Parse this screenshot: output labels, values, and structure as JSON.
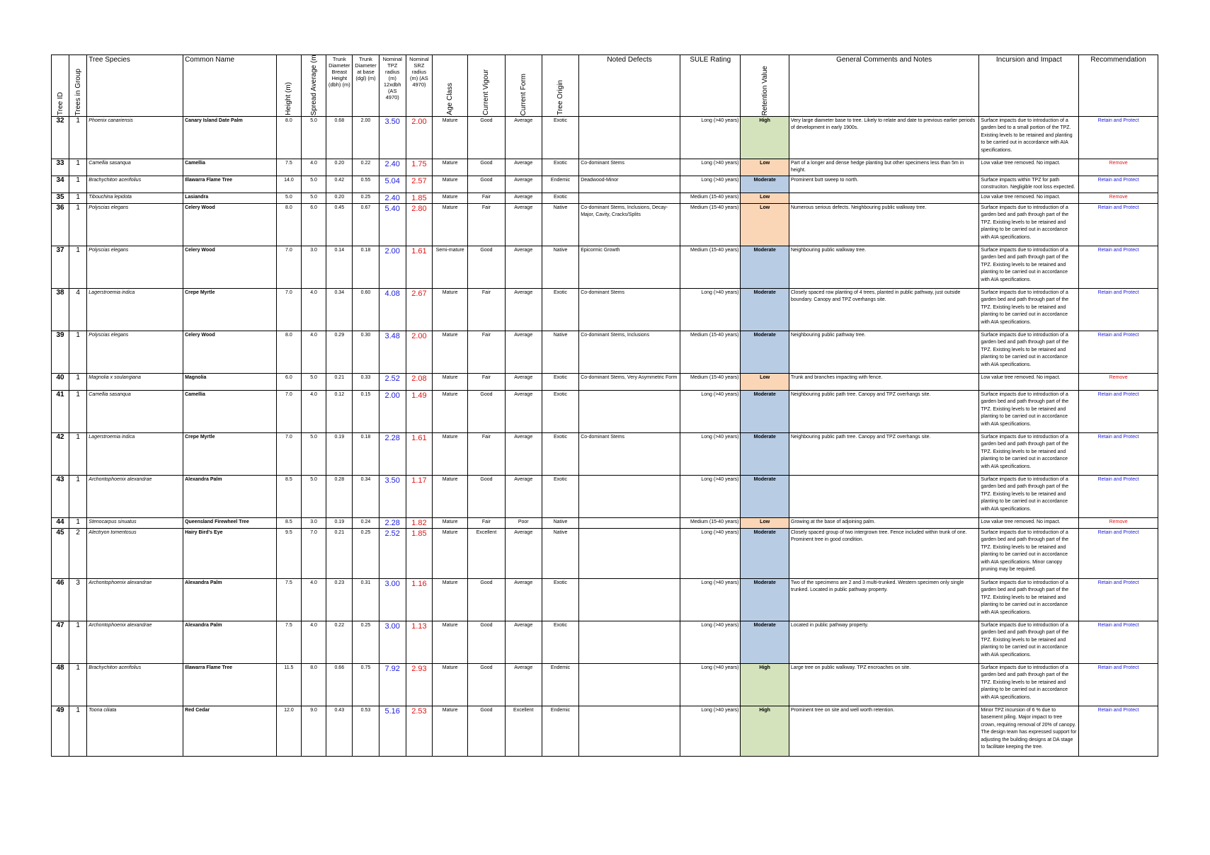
{
  "headers": [
    {
      "key": "tree_id",
      "label": "Tree ID",
      "vertical": true,
      "small": false
    },
    {
      "key": "trees_in_group",
      "label": "Trees in Group",
      "vertical": true,
      "small": false
    },
    {
      "key": "species",
      "label": "Tree Species",
      "vertical": false,
      "small": false
    },
    {
      "key": "common",
      "label": "Common Name",
      "vertical": false,
      "small": false
    },
    {
      "key": "height",
      "label": "Height (m)",
      "vertical": true,
      "small": false
    },
    {
      "key": "spread",
      "label": "Spread Average (m)",
      "vertical": true,
      "small": false
    },
    {
      "key": "dbh",
      "label": "Trunk Diameter Breast Height (dbh) (m)",
      "vertical": false,
      "small": true
    },
    {
      "key": "dgl",
      "label": "Trunk Diameter at base (dgl) (m)",
      "vertical": false,
      "small": true
    },
    {
      "key": "tpz",
      "label": "Nominal TPZ radius (m) 12xdbh (AS 4970)",
      "vertical": false,
      "small": true
    },
    {
      "key": "srz",
      "label": "Nominal SRZ radius (m) (AS 4970)",
      "vertical": false,
      "small": true
    },
    {
      "key": "age",
      "label": "Age Class",
      "vertical": true,
      "small": false
    },
    {
      "key": "vigour",
      "label": "Current Vigour",
      "vertical": true,
      "small": false
    },
    {
      "key": "form",
      "label": "Current Form",
      "vertical": true,
      "small": false
    },
    {
      "key": "origin",
      "label": "Tree Origin",
      "vertical": true,
      "small": false
    },
    {
      "key": "defects",
      "label": "Noted Defects",
      "vertical": false,
      "small": false
    },
    {
      "key": "sule",
      "label": "SULE Rating",
      "vertical": false,
      "small": false
    },
    {
      "key": "retention",
      "label": "Retention Value",
      "vertical": true,
      "small": false
    },
    {
      "key": "comments",
      "label": "General Comments and Notes",
      "vertical": false,
      "small": false
    },
    {
      "key": "incursion",
      "label": "Incursion and Impact",
      "vertical": false,
      "small": false
    },
    {
      "key": "recommendation",
      "label": "Recommendation",
      "vertical": false,
      "small": false
    }
  ],
  "rows": [
    {
      "id": "32",
      "group": "1",
      "species": "Phoenix canariensis",
      "common": "Canary Island Date Palm",
      "height": "8.0",
      "spread": "5.0",
      "dbh": "0.68",
      "dgl": "2.00",
      "tpz": "3.50",
      "srz": "2.00",
      "age": "Mature",
      "vigour": "Good",
      "form": "Average",
      "origin": "Exotic",
      "defects": "",
      "sule": "Long (>40 years)",
      "retention": "High",
      "comments": "Very large diameter base to tree. Likely to relate and date to previous earlier periods of development in early 1900s.",
      "incursion": "Surface impacts due to introduction of a garden bed to a small portion of the TPZ. Existing levels to be retained and planting to be carried out in accordance with AIA specifications.",
      "recommendation": "Retain and Protect",
      "level": "high",
      "rec_type": "retain",
      "h": 60
    },
    {
      "id": "33",
      "group": "1",
      "species": "Camellia sasanqua",
      "common": "Camellia",
      "height": "7.5",
      "spread": "4.0",
      "dbh": "0.20",
      "dgl": "0.22",
      "tpz": "2.40",
      "srz": "1.75",
      "age": "Mature",
      "vigour": "Good",
      "form": "Average",
      "origin": "Exotic",
      "defects": "Co-dominant Stems",
      "sule": "Long (>40 years)",
      "retention": "Low",
      "comments": "Part of a longer and dense hedge planting but other specimens less than 5m in height.",
      "incursion": "Low value tree removed. No impact.",
      "recommendation": "Remove",
      "level": "low",
      "rec_type": "remove",
      "h": 24
    },
    {
      "id": "34",
      "group": "1",
      "species": "Brachychiton acerifolius",
      "common": "Illawarra Flame Tree",
      "height": "14.0",
      "spread": "5.0",
      "dbh": "0.42",
      "dgl": "0.55",
      "tpz": "5.04",
      "srz": "2.57",
      "age": "Mature",
      "vigour": "Good",
      "form": "Average",
      "origin": "Endemic",
      "defects": "Deadwood-Minor",
      "sule": "Long (>40 years)",
      "retention": "Moderate",
      "comments": "Prominent butt sweep to north.",
      "incursion": "Surface impacts within TPZ for path construciton. Negligible root loss expected.",
      "recommendation": "Retain and Protect",
      "level": "moderate",
      "rec_type": "retain",
      "h": 24
    },
    {
      "id": "35",
      "group": "1",
      "species": "Tibouchina lepidota",
      "common": "Lasiandra",
      "height": "5.0",
      "spread": "5.0",
      "dbh": "0.20",
      "dgl": "0.25",
      "tpz": "2.40",
      "srz": "1.85",
      "age": "Mature",
      "vigour": "Fair",
      "form": "Average",
      "origin": "Exotic",
      "defects": "",
      "sule": "Medium (15-40 years)",
      "retention": "Low",
      "comments": "",
      "incursion": "Low value tree removed. No impact.",
      "recommendation": "Remove",
      "level": "low",
      "rec_type": "remove",
      "h": 12
    },
    {
      "id": "36",
      "group": "1",
      "species": "Polyscias elegans",
      "common": "Celery Wood",
      "height": "8.0",
      "spread": "6.0",
      "dbh": "0.45",
      "dgl": "0.67",
      "tpz": "5.40",
      "srz": "2.80",
      "age": "Mature",
      "vigour": "Fair",
      "form": "Average",
      "origin": "Native",
      "defects": "Co-dominant Stems, Inclusions, Decay-Major, Cavity, Cracks/Splits",
      "sule": "Medium (15-40 years)",
      "retention": "Low",
      "comments": "Numerous serious defects. Neighbouring public walkway tree.",
      "incursion": "Surface impacts due to introduction of a garden bed and path through part of the TPZ. Existing levels to be retained and planting to be carried out in accordance with AIA specifications.",
      "recommendation": "Retain and Protect",
      "level": "low",
      "rec_type": "retain",
      "h": 60
    },
    {
      "id": "37",
      "group": "1",
      "species": "Polyscias elegans",
      "common": "Celery Wood",
      "height": "7.0",
      "spread": "3.0",
      "dbh": "0.14",
      "dgl": "0.18",
      "tpz": "2.00",
      "srz": "1.61",
      "age": "Semi-mature",
      "vigour": "Good",
      "form": "Average",
      "origin": "Native",
      "defects": "Epicormic Growth",
      "sule": "Medium (15-40 years)",
      "retention": "Moderate",
      "comments": "Neighbouring public walkway tree.",
      "incursion": "Surface impacts due to introduction of a garden bed and path through part of the TPZ. Existing levels to be retained and planting to be carried out in accordance with AIA specifications.",
      "recommendation": "Retain and Protect",
      "level": "moderate",
      "rec_type": "retain",
      "h": 60
    },
    {
      "id": "38",
      "group": "4",
      "species": "Lagerstroemia indica",
      "common": "Crepe Myrtle",
      "height": "7.0",
      "spread": "4.0",
      "dbh": "0.34",
      "dgl": "0.60",
      "tpz": "4.08",
      "srz": "2.67",
      "age": "Mature",
      "vigour": "Fair",
      "form": "Average",
      "origin": "Exotic",
      "defects": "Co-dominant Stems",
      "sule": "Long (>40 years)",
      "retention": "Moderate",
      "comments": "Closely spaced row planting of 4 trees, planted in public pathway, just outside boundary. Canopy and TPZ overhangs site.",
      "incursion": "Surface impacts due to introduction of a garden bed and path through part of the TPZ. Existing levels to be retained and planting to be carried out in accordance with AIA specifications.",
      "recommendation": "Retain and Protect",
      "level": "moderate",
      "rec_type": "retain",
      "h": 60
    },
    {
      "id": "39",
      "group": "1",
      "species": "Polyscias elegans",
      "common": "Celery Wood",
      "height": "8.0",
      "spread": "4.0",
      "dbh": "0.29",
      "dgl": "0.30",
      "tpz": "3.48",
      "srz": "2.00",
      "age": "Mature",
      "vigour": "Fair",
      "form": "Average",
      "origin": "Native",
      "defects": "Co-dominant Stems, Inclusions",
      "sule": "Medium (15-40 years)",
      "retention": "Moderate",
      "comments": "Neighbouring public pathway tree.",
      "incursion": "Surface impacts due to introduction of a garden bed and path through part of the TPZ. Existing levels to be retained and planting to be carried out in accordance with AIA specifications.",
      "recommendation": "Retain and Protect",
      "level": "moderate",
      "rec_type": "retain",
      "h": 60
    },
    {
      "id": "40",
      "group": "1",
      "species": "Magnolia x soulangiana",
      "common": "Magnolia",
      "height": "6.0",
      "spread": "5.0",
      "dbh": "0.21",
      "dgl": "0.33",
      "tpz": "2.52",
      "srz": "2.08",
      "age": "Mature",
      "vigour": "Fair",
      "form": "Average",
      "origin": "Exotic",
      "defects": "Co-dominant Stems, Very Asymmetric Form",
      "sule": "Medium (15-40 years)",
      "retention": "Low",
      "comments": "Trunk and branches impacting with fence.",
      "incursion": "Low value tree removed. No impact.",
      "recommendation": "Remove",
      "level": "low",
      "rec_type": "remove",
      "h": 24
    },
    {
      "id": "41",
      "group": "1",
      "species": "Camellia sasanqua",
      "common": "Camellia",
      "height": "7.0",
      "spread": "4.0",
      "dbh": "0.12",
      "dgl": "0.15",
      "tpz": "2.00",
      "srz": "1.49",
      "age": "Mature",
      "vigour": "Good",
      "form": "Average",
      "origin": "Exotic",
      "defects": "",
      "sule": "Long (>40 years)",
      "retention": "Moderate",
      "comments": "Neighbouring public path tree. Canopy and TPZ overhangs site.",
      "incursion": "Surface impacts due to introduction of a garden bed and path through part of the TPZ. Existing levels to be retained and planting to be carried out in accordance with AIA specifications.",
      "recommendation": "Retain and Protect",
      "level": "moderate",
      "rec_type": "retain",
      "h": 60
    },
    {
      "id": "42",
      "group": "1",
      "species": "Lagerstroemia indica",
      "common": "Crepe Myrtle",
      "height": "7.0",
      "spread": "5.0",
      "dbh": "0.19",
      "dgl": "0.18",
      "tpz": "2.28",
      "srz": "1.61",
      "age": "Mature",
      "vigour": "Fair",
      "form": "Average",
      "origin": "Exotic",
      "defects": "Co-dominant Stems",
      "sule": "Long (>40 years)",
      "retention": "Moderate",
      "comments": "Neighbouring public path tree. Canopy and TPZ overhangs site.",
      "incursion": "Surface impacts due to introduction of a garden bed and path through part of the TPZ. Existing levels to be retained and planting to be carried out in accordance with AIA specifications.",
      "recommendation": "Retain and Protect",
      "level": "moderate",
      "rec_type": "retain",
      "h": 60
    },
    {
      "id": "43",
      "group": "1",
      "species": "Archontophoenix alexandrae",
      "common": "Alexandra Palm",
      "height": "8.5",
      "spread": "5.0",
      "dbh": "0.28",
      "dgl": "0.34",
      "tpz": "3.50",
      "srz": "1.17",
      "age": "Mature",
      "vigour": "Good",
      "form": "Average",
      "origin": "Exotic",
      "defects": "",
      "sule": "Long (>40 years)",
      "retention": "Moderate",
      "comments": "",
      "incursion": "Surface impacts due to introduction of a garden bed and path through part of the TPZ. Existing levels to be retained and planting to be carried out in accordance with AIA specifications.",
      "recommendation": "Retain and Protect",
      "level": "moderate",
      "rec_type": "retain",
      "h": 60
    },
    {
      "id": "44",
      "group": "1",
      "species": "Stenocarpus sinuatus",
      "common": "Queensland Firewheel Tree",
      "height": "8.5",
      "spread": "3.0",
      "dbh": "0.19",
      "dgl": "0.24",
      "tpz": "2.28",
      "srz": "1.82",
      "age": "Mature",
      "vigour": "Fair",
      "form": "Poor",
      "origin": "Native",
      "defects": "",
      "sule": "Medium (15-40 years)",
      "retention": "Low",
      "comments": "Growing at the base of adjoining palm.",
      "incursion": "Low value tree removed.  No impact.",
      "recommendation": "Remove",
      "level": "low",
      "rec_type": "remove",
      "h": 12
    },
    {
      "id": "45",
      "group": "2",
      "species": "Alectryon tomentosus",
      "common": "Hairy Bird's Eye",
      "height": "9.5",
      "spread": "7.0",
      "dbh": "0.21",
      "dgl": "0.25",
      "tpz": "2.52",
      "srz": "1.85",
      "age": "Mature",
      "vigour": "Excellent",
      "form": "Average",
      "origin": "Native",
      "defects": "",
      "sule": "Long (>40 years)",
      "retention": "Moderate",
      "comments": "Closely spaced group of two intergrown tree. Fence included within trunk of one. Prominent tree in good condition.",
      "incursion": "Surface impacts due to introduction of a garden bed and path through part of the TPZ. Existing levels to be retained and planting to be carried out in accordance with AIA specifications. Minor canopy pruning may be required.",
      "recommendation": "Retain and Protect",
      "level": "moderate",
      "rec_type": "retain",
      "h": 71
    },
    {
      "id": "46",
      "group": "3",
      "species": "Archontophoenix alexandrae",
      "common": "Alexandra Palm",
      "height": "7.5",
      "spread": "4.0",
      "dbh": "0.23",
      "dgl": "0.31",
      "tpz": "3.00",
      "srz": "1.16",
      "age": "Mature",
      "vigour": "Good",
      "form": "Average",
      "origin": "Exotic",
      "defects": "",
      "sule": "Long (>40 years)",
      "retention": "Moderate",
      "comments": "Two of the specimens are 2 and 3 multi-trunked. Western specimen only single trunked. Located in public pathway property.",
      "incursion": "Surface impacts due to introduction of a garden bed and path through part of the TPZ. Existing levels to be retained and planting to be carried out in accordance with AIA specifications.",
      "recommendation": "Retain and Protect",
      "level": "moderate",
      "rec_type": "retain",
      "h": 60
    },
    {
      "id": "47",
      "group": "1",
      "species": "Archontophoenix alexandrae",
      "common": "Alexandra Palm",
      "height": "7.5",
      "spread": "4.0",
      "dbh": "0.22",
      "dgl": "0.25",
      "tpz": "3.00",
      "srz": "1.13",
      "age": "Mature",
      "vigour": "Good",
      "form": "Average",
      "origin": "Exotic",
      "defects": "",
      "sule": "Long (>40 years)",
      "retention": "Moderate",
      "comments": "Located in public pathway property.",
      "incursion": "Surface impacts due to introduction of a garden bed and path through part of the TPZ. Existing levels to be retained and planting to be carried out in accordance with AIA specifications.",
      "recommendation": "Retain and Protect",
      "level": "moderate",
      "rec_type": "retain",
      "h": 60
    },
    {
      "id": "48",
      "group": "1",
      "species": "Brachychiton acerifolius",
      "common": "Illawarra Flame Tree",
      "height": "11.5",
      "spread": "8.0",
      "dbh": "0.66",
      "dgl": "0.75",
      "tpz": "7.92",
      "srz": "2.93",
      "age": "Mature",
      "vigour": "Good",
      "form": "Average",
      "origin": "Endemic",
      "defects": "",
      "sule": "Long (>40 years)",
      "retention": "High",
      "comments": "Large tree on public walkway. TPZ encroaches on site.",
      "incursion": "Surface impacts due to introduction of a garden bed and path through part of the TPZ. Existing levels to be retained and planting to be carried out in accordance with AIA specifications.",
      "recommendation": "Retain and Protect",
      "level": "high",
      "rec_type": "retain",
      "h": 60
    },
    {
      "id": "49",
      "group": "1",
      "species": "Toona ciliata",
      "common": "Red Cedar",
      "height": "12.0",
      "spread": "9.0",
      "dbh": "0.43",
      "dgl": "0.53",
      "tpz": "5.16",
      "srz": "2.53",
      "age": "Mature",
      "vigour": "Good",
      "form": "Excellent",
      "origin": "Endemic",
      "defects": "",
      "sule": "Long (>40 years)",
      "retention": "High",
      "comments": "Prominent tree on site and well worth retention.",
      "incursion": "Minor TPZ incursion of 6 % due to basement piling. Major impact to tree crown, requiring removal of 20% of canopy.  The design team has expressed support for adjusting the building designs at DA stage to facilitate keeping the tree.",
      "recommendation": "Retain and Protect",
      "level": "high",
      "rec_type": "retain",
      "h": 71
    }
  ]
}
